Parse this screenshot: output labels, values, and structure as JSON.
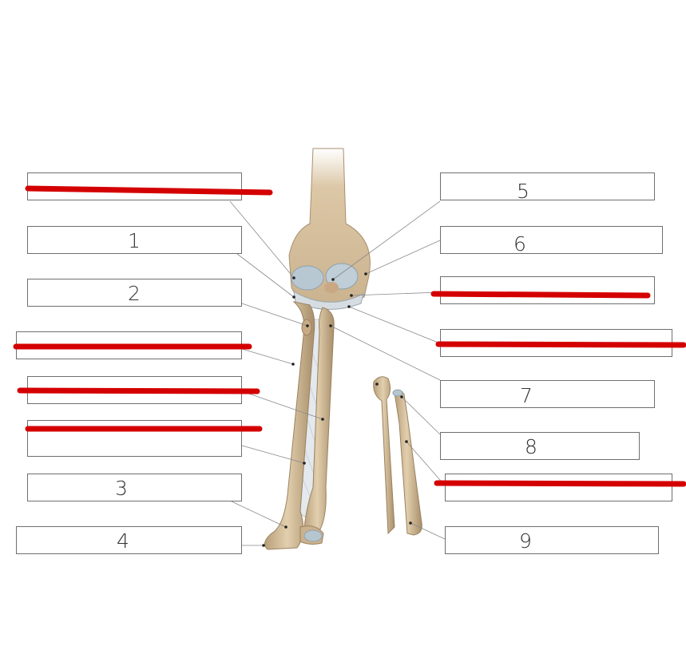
{
  "colors": {
    "box_border": "#6f6f6f",
    "leader_line": "#8a8a8a",
    "redaction": "#d40000",
    "bone": "#d8c3a2",
    "bone_shadow": "#b89f7a",
    "cartilage": "#b6c7d0",
    "membrane": "#e6ebef"
  },
  "labels": {
    "l1": "1",
    "l2": "2",
    "l3": "3",
    "l4": "4",
    "l5": "5",
    "l6": "6",
    "l7": "7",
    "l8": "8",
    "l9": "9"
  }
}
